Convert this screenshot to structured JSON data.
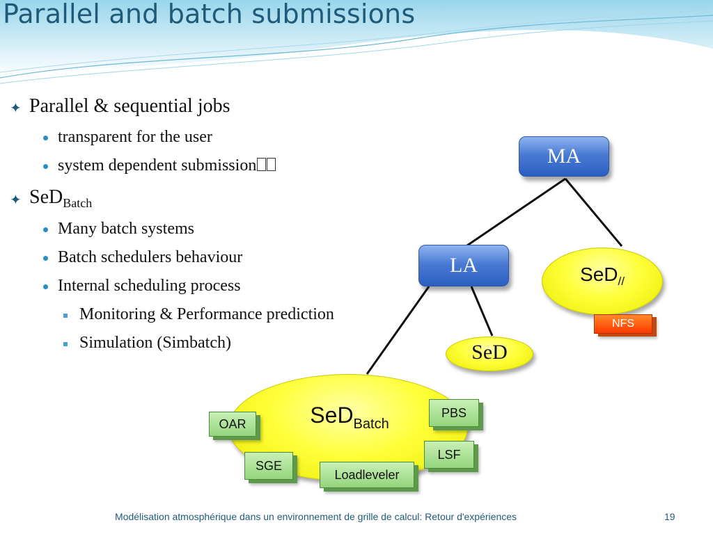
{
  "title": "Parallel and batch submissions",
  "bullets": {
    "item1": "Parallel & sequential jobs",
    "item1_sub1": "transparent for the user",
    "item1_sub2": "system dependent submission",
    "item1_sub2_glyph": "\u0000\u0000",
    "item2_main": "SeD",
    "item2_sub": "Batch",
    "item2_sub1": "Many batch systems",
    "item2_sub2": "Batch schedulers behaviour",
    "item2_sub3": "Internal scheduling  process",
    "item2_sub3_sub1": "Monitoring & Performance prediction",
    "item2_sub3_sub2": "Simulation (Simbatch)"
  },
  "diagram": {
    "ma": "MA",
    "la": "LA",
    "sed_parallel_main": "SeD",
    "sed_parallel_sub": "//",
    "nfs": "NFS",
    "sed": "SeD",
    "sed_batch_main": "SeD",
    "sed_batch_sub": "Batch",
    "oar": "OAR",
    "sge": "SGE",
    "loadleveler": "Loadleveler",
    "pbs": "PBS",
    "lsf": "LSF"
  },
  "footer": {
    "text": "Modélisation atmosphérique dans un environnement de grille de calcul: Retour d'expériences",
    "page": "19"
  }
}
